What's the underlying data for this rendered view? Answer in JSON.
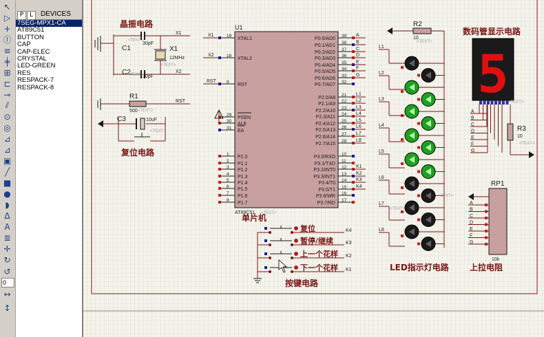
{
  "device_panel": {
    "tab_p": "P",
    "tab_l": "L",
    "title": "DEVICES",
    "items": [
      "7SEG-MPX1-CA",
      "AT89C51",
      "BUTTON",
      "CAP",
      "CAP-ELEC",
      "CRYSTAL",
      "LED-GREEN",
      "RES",
      "RESPACK-7",
      "RESPACK-8"
    ],
    "selected_index": 0
  },
  "toolbar": {
    "icons": [
      "pointer-icon",
      "component-icon",
      "junction-icon",
      "wire-label-icon",
      "text-script-icon",
      "bus-icon",
      "subcircuit-icon",
      "terminal-icon",
      "device-pin-icon",
      "graph-icon",
      "tape-icon",
      "generator-icon",
      "voltage-probe-icon",
      "current-probe-icon",
      "virtual-instrument-icon",
      "line-icon",
      "box-icon",
      "circle-icon",
      "arc-icon",
      "path-icon",
      "text-icon",
      "symbol-icon",
      "marker-icon",
      "rotate-cw-icon",
      "rotate-ccw-icon",
      "mirror-x-icon",
      "mirror-y-icon"
    ],
    "rotation_value": "0"
  },
  "schematic": {
    "section_titles": {
      "crystal": "晶振电路",
      "reset": "复位电路",
      "mcu": "单片机",
      "keys": "按键电路",
      "led": "LED指示灯电路",
      "pullup": "上拉电阻",
      "display": "数码管显示电路"
    },
    "mcu": {
      "ref": "U1",
      "part": "AT89C51",
      "text_placeholder": "<TEXT>",
      "left_pins": [
        {
          "num": "19",
          "name": "XTAL1",
          "net": "X1"
        },
        {
          "num": "18",
          "name": "XTAL2",
          "net": "X2"
        },
        {
          "num": "9",
          "name": "RST",
          "net": "RST"
        },
        {
          "num": "29",
          "name": "PSEN",
          "net": ""
        },
        {
          "num": "30",
          "name": "ALE",
          "net": ""
        },
        {
          "num": "31",
          "name": "EA",
          "net": ""
        },
        {
          "num": "1",
          "name": "P1.0",
          "net": ""
        },
        {
          "num": "2",
          "name": "P1.1",
          "net": ""
        },
        {
          "num": "3",
          "name": "P1.2",
          "net": ""
        },
        {
          "num": "4",
          "name": "P1.3",
          "net": ""
        },
        {
          "num": "5",
          "name": "P1.4",
          "net": ""
        },
        {
          "num": "6",
          "name": "P1.5",
          "net": ""
        },
        {
          "num": "7",
          "name": "P1.6",
          "net": ""
        },
        {
          "num": "8",
          "name": "P1.7",
          "net": ""
        }
      ],
      "right_pins": [
        {
          "num": "39",
          "name": "P0.0/AD0",
          "net": "A"
        },
        {
          "num": "38",
          "name": "P0.1/AD1",
          "net": "B"
        },
        {
          "num": "37",
          "name": "P0.2/AD2",
          "net": "C"
        },
        {
          "num": "36",
          "name": "P0.3/AD3",
          "net": "D"
        },
        {
          "num": "35",
          "name": "P0.4/AD4",
          "net": "E"
        },
        {
          "num": "34",
          "name": "P0.5/AD5",
          "net": "F"
        },
        {
          "num": "33",
          "name": "P0.6/AD6",
          "net": "G"
        },
        {
          "num": "32",
          "name": "P0.7/AD7",
          "net": ""
        },
        {
          "num": "21",
          "name": "P2.0/A8",
          "net": "L1"
        },
        {
          "num": "22",
          "name": "P2.1/A9",
          "net": "L2"
        },
        {
          "num": "23",
          "name": "P2.2/A10",
          "net": "L3"
        },
        {
          "num": "24",
          "name": "P2.3/A11",
          "net": "L4"
        },
        {
          "num": "25",
          "name": "P2.4/A12",
          "net": "L5"
        },
        {
          "num": "26",
          "name": "P2.5/A13",
          "net": "L6"
        },
        {
          "num": "27",
          "name": "P2.6/A14",
          "net": "L7"
        },
        {
          "num": "28",
          "name": "P2.7/A15",
          "net": "L8"
        },
        {
          "num": "10",
          "name": "P3.0/RXD",
          "net": ""
        },
        {
          "num": "11",
          "name": "P3.1/TXD",
          "net": ""
        },
        {
          "num": "12",
          "name": "P3.2/INT0",
          "net": "K1"
        },
        {
          "num": "13",
          "name": "P3.3/INT1",
          "net": "K2"
        },
        {
          "num": "14",
          "name": "P3.4/T0",
          "net": "K3"
        },
        {
          "num": "15",
          "name": "P3.5/T1",
          "net": "K4"
        },
        {
          "num": "16",
          "name": "P3.6/WR",
          "net": ""
        },
        {
          "num": "17",
          "name": "P3.7/RD",
          "net": ""
        }
      ]
    },
    "crystal": {
      "c1": "C1",
      "c1_val": "30pF",
      "c2": "C2",
      "c2_val": "30pF",
      "x1": "X1",
      "x1_val": "12MHz",
      "net1": "X1",
      "net2": "X2"
    },
    "reset": {
      "r1": "R1",
      "r1_val": "500",
      "c3": "C3",
      "c3_val": "10uF",
      "net": "RST"
    },
    "keys": {
      "labels": [
        "复位",
        "暂停/继续",
        "上一个花样",
        "下一个花样"
      ],
      "nets": [
        "K4",
        "K3",
        "K2",
        "K1"
      ]
    },
    "leds": {
      "r2": "R2",
      "r2_val": "10",
      "labels": [
        "L1",
        "L2",
        "L3",
        "L4",
        "L5",
        "L6",
        "L7",
        "L8"
      ]
    },
    "display": {
      "digit": "5",
      "r3": "R3",
      "r3_val": "10",
      "segments": [
        "A",
        "B",
        "C",
        "D",
        "E",
        "F",
        "G"
      ]
    },
    "pullup": {
      "ref": "RP1",
      "val": "10k",
      "nets": [
        "A",
        "B",
        "C",
        "D",
        "E",
        "F",
        "G"
      ]
    },
    "text_placeholder": "<TEXT>"
  }
}
